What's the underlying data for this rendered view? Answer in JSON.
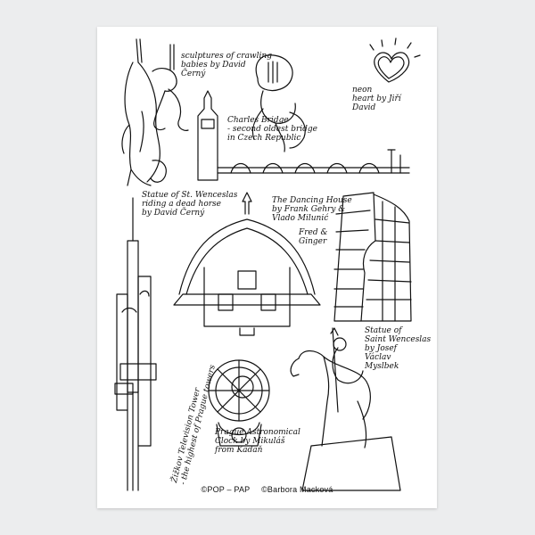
{
  "colors": {
    "background": "#ecedee",
    "card": "#ffffff",
    "ink": "#111111"
  },
  "labels": {
    "babies": "sculptures of crawling\nbabies by David\nČerný",
    "heart": "neon\nheart by Jiří\nDavid",
    "bridge": "Charles Bridge\n- second oldest bridge\nin Czech Republic",
    "horse": "Statue of St. Wenceslas\nriding a dead horse\nby David Černý",
    "dancing": "The Dancing House\nby Frank Gehry &\nVlado Milunić",
    "fred": "Fred &\nGinger",
    "tower": "Žižkov Television Tower\n- the highest of Prague towers",
    "wenceslas": "Statue of\nSaint Wenceslas\nby Josef\nVáclav\nMyslbek",
    "clock": "Prague Astronomical\nClock by Mikuláš\nfrom Kadaň"
  },
  "credits": {
    "left": "©POP – PAP",
    "right": "©Barbora Macková"
  }
}
